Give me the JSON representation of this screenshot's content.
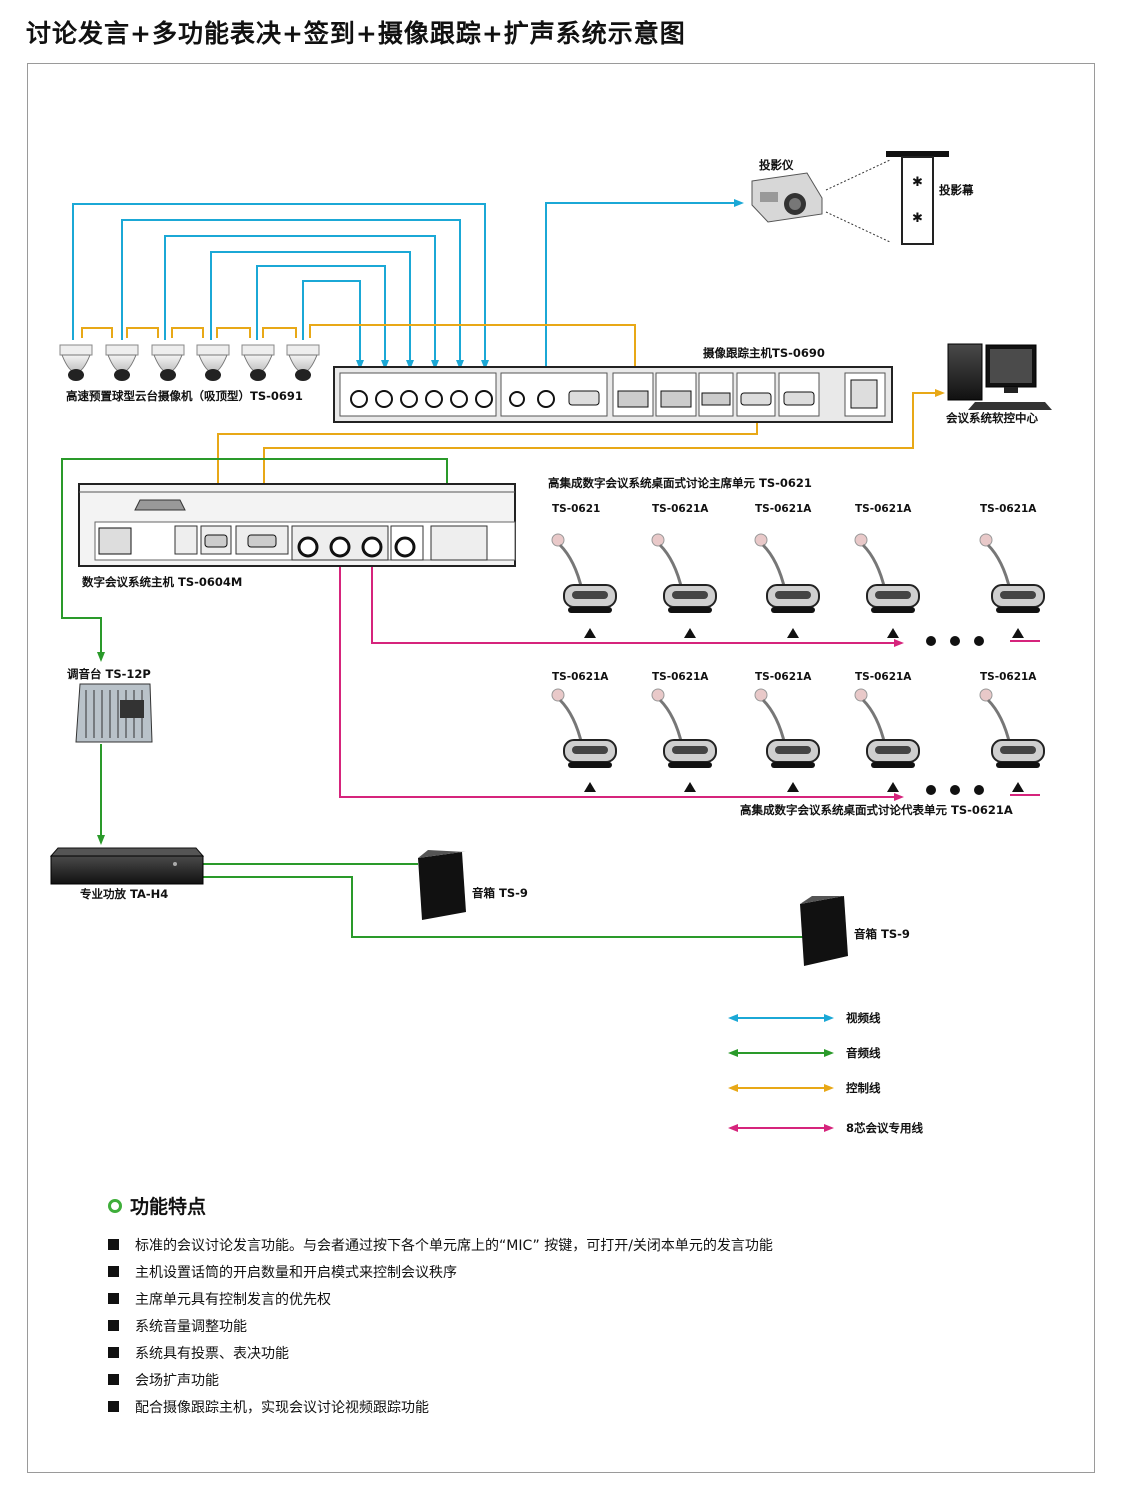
{
  "title": "讨论发言+多功能表决+签到+摄像跟踪+扩声系统示意图",
  "colors": {
    "video": "#1ba8d6",
    "audio": "#2a9a2a",
    "control": "#e8a817",
    "conference": "#d6247c"
  },
  "devices": {
    "projector": "投影仪",
    "screen": "投影幕",
    "camera_host": "摄像跟踪主机TS-0690",
    "cameras": "高速预置球型云台摄像机（吸顶型）TS-0691",
    "pc_center": "会议系统软控中心",
    "conference_host": "数字会议系统主机 TS-0604M",
    "mixer": "调音台 TS-12P",
    "amplifier": "专业功放 TA-H4",
    "speaker_1": "音箱 TS-9",
    "speaker_2": "音箱 TS-9",
    "chairman_caption": "高集成数字会议系统桌面式讨论主席单元 TS-0621",
    "delegate_caption": "高集成数字会议系统桌面式讨论代表单元 TS-0621A"
  },
  "units_row1": [
    "TS-0621",
    "TS-0621A",
    "TS-0621A",
    "TS-0621A",
    "TS-0621A"
  ],
  "units_row2": [
    "TS-0621A",
    "TS-0621A",
    "TS-0621A",
    "TS-0621A",
    "TS-0621A"
  ],
  "legend": [
    {
      "label": "视频线",
      "color": "#1ba8d6"
    },
    {
      "label": "音频线",
      "color": "#2a9a2a"
    },
    {
      "label": "控制线",
      "color": "#e8a817"
    },
    {
      "label": "8芯会议专用线",
      "color": "#d6247c"
    }
  ],
  "features": {
    "title": "功能特点",
    "items": [
      "标准的会议讨论发言功能。与会者通过按下各个单元席上的“MIC” 按键，可打开/关闭本单元的发言功能",
      "主机设置话筒的开启数量和开启模式来控制会议秩序",
      "主席单元具有控制发言的优先权",
      "系统音量调整功能",
      "系统具有投票、表决功能",
      "会场扩声功能",
      "配合摄像跟踪主机，实现会议讨论视频跟踪功能"
    ]
  }
}
